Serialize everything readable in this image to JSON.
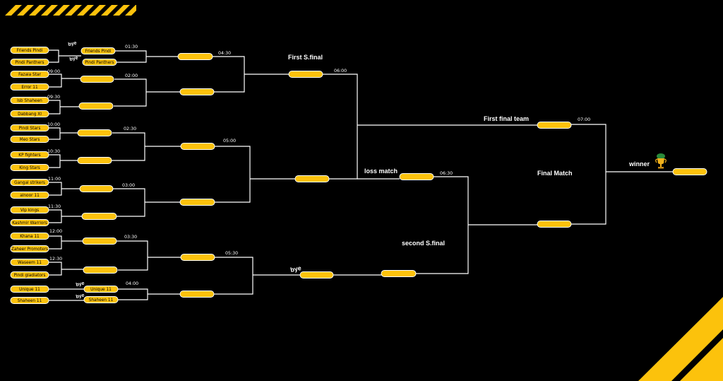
{
  "teams": [
    "Friends Pindi",
    "Pindi Panthers",
    "Fazaia Star",
    "Error 11",
    "Isb Shaheen",
    "Dabbang XI",
    "Pindi Stars",
    "Meo Stars",
    "KP fighters",
    "King Stars",
    "Gangal strikers",
    "alnoor 11",
    "Vip kings",
    "Kashmir Warriors",
    "Khana 11",
    "Zaheer Promoters",
    "Waseem 11",
    "Pindi gladiators",
    "Unique 11",
    "Shaheen 11"
  ],
  "round2_names": [
    "Friends Pindi",
    "Pindi Panthers",
    "Unique 11",
    "Shaheen 11"
  ],
  "times": [
    "01:30",
    "09:00",
    "09:30",
    "10:00",
    "10:30",
    "11:00",
    "11:30",
    "12:00",
    "12:30",
    "02:00",
    "02:30",
    "03:00",
    "03:30",
    "04:00",
    "04:30",
    "05:00",
    "05:30",
    "06:00",
    "06:30",
    "07:00"
  ],
  "labels": {
    "first_semi": "First S.final",
    "loss_match": "loss match",
    "second_semi": "second S.final",
    "first_final_team": "First final team",
    "final_match": "Final Match",
    "winner": "winner",
    "bye": "bye"
  },
  "colors": {
    "background": "#000000",
    "slot": "#fcc20c",
    "stripe": "#fcc20c",
    "line": "#ffffff"
  },
  "icons": {
    "trophy": "trophy-icon"
  }
}
